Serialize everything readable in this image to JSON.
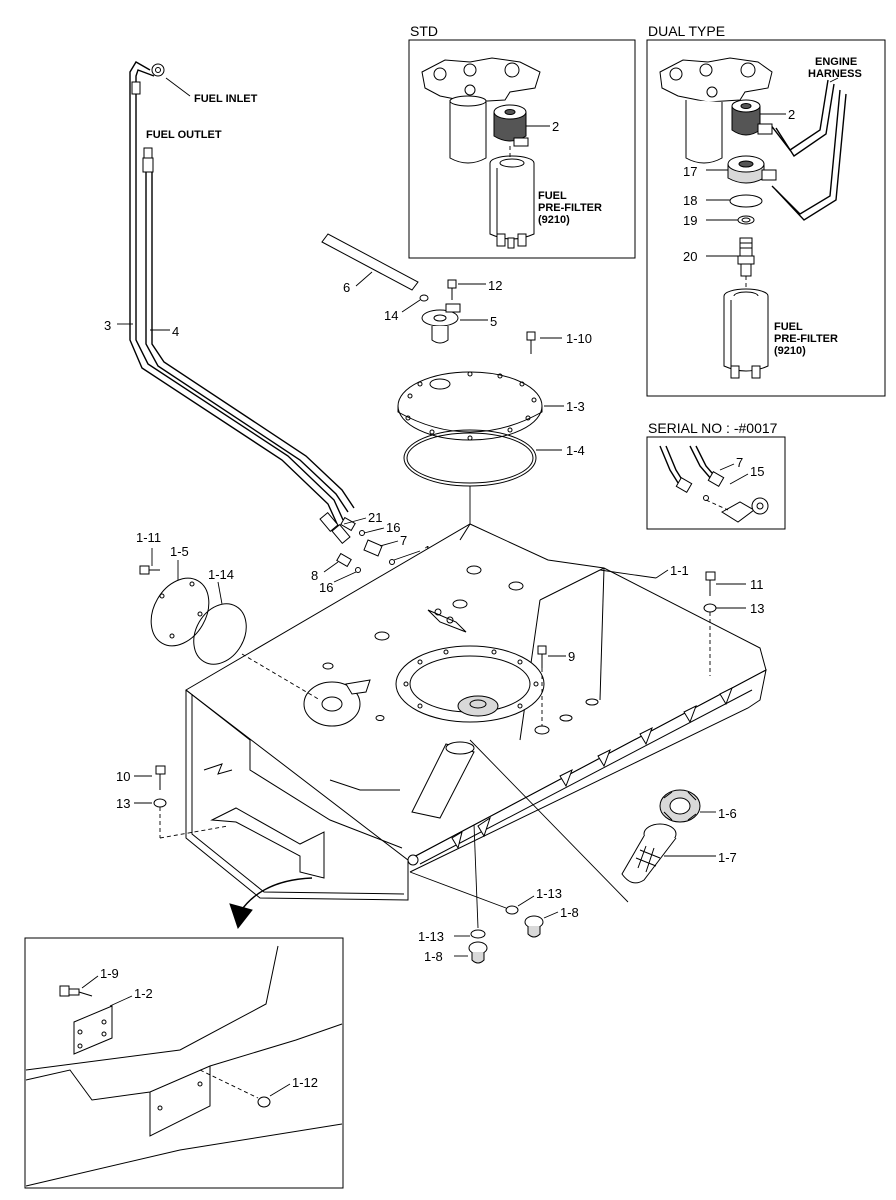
{
  "boxes": {
    "std": {
      "title": "STD",
      "filter_label": [
        "FUEL",
        "PRE-FILTER",
        "(9210)"
      ],
      "callouts": [
        "2"
      ]
    },
    "dual": {
      "title": "DUAL TYPE",
      "harness_label": [
        "ENGINE",
        "HARNESS"
      ],
      "filter_label": [
        "FUEL",
        "PRE-FILTER",
        "(9210)"
      ],
      "callouts": [
        "2",
        "17",
        "18",
        "19",
        "20"
      ]
    },
    "serial": {
      "title": "SERIAL NO : -#0017",
      "callouts": [
        "7",
        "15"
      ]
    }
  },
  "hose_labels": {
    "fuel_inlet": "FUEL INLET",
    "fuel_outlet": "FUEL OUTLET"
  },
  "callouts": {
    "c3": "3",
    "c4": "4",
    "c6": "6",
    "c12": "12",
    "c14": "14",
    "c5": "5",
    "c1_10": "1-10",
    "c1_3": "1-3",
    "c1_4": "1-4",
    "c21": "21",
    "c16a": "16",
    "c7": "7",
    "c15": "15",
    "c8": "8",
    "c16b": "16",
    "c1_11": "1-11",
    "c1_5": "1-5",
    "c1_14": "1-14",
    "c1_1": "1-1",
    "c11": "11",
    "c13a": "13",
    "c9": "9",
    "c10": "10",
    "c13b": "13",
    "c1_6": "1-6",
    "c1_7": "1-7",
    "c1_13a": "1-13",
    "c1_8a": "1-8",
    "c1_13b": "1-13",
    "c1_8b": "1-8"
  },
  "detail": {
    "callouts": [
      "1-9",
      "1-2",
      "1-12"
    ]
  }
}
